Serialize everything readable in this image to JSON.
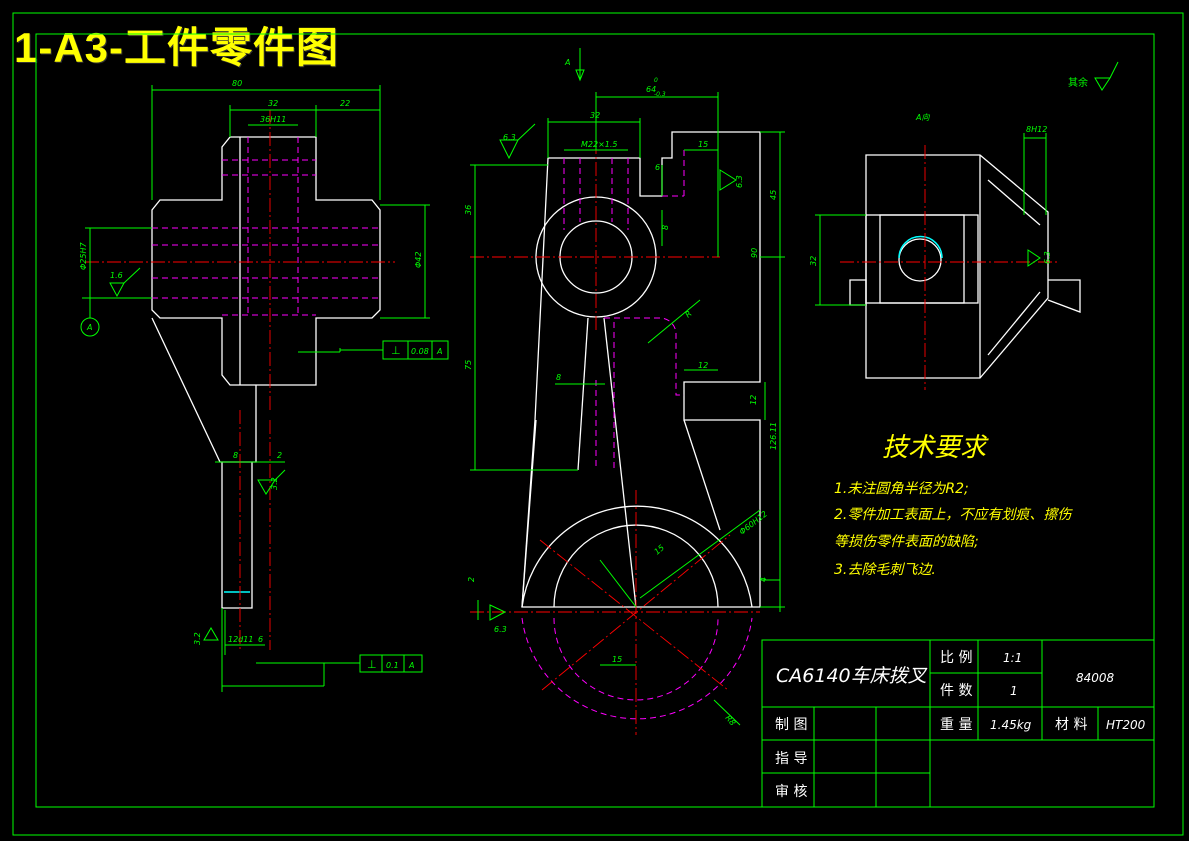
{
  "sheet_title": "1-A3-工件零件图",
  "views": {
    "left": {
      "dims": [
        "80",
        "32",
        "22",
        "36H11",
        "Φ25H7",
        "Φ42",
        "1.6",
        "8",
        "2",
        "3.2",
        "3.2",
        "12d11",
        "6"
      ],
      "datum_label": "A",
      "tolerance_1": {
        "symbol": "⊥",
        "value": "0.08",
        "datum": "A"
      },
      "tolerance_2": {
        "symbol": "⊥",
        "value": "0.1",
        "datum": "A"
      }
    },
    "middle": {
      "view_label": "A",
      "dims": [
        "64",
        "0",
        "-0.3",
        "32",
        "M22×1.5",
        "15",
        "6",
        "6.3",
        "36",
        "45",
        "6.3",
        "8",
        "90",
        "R",
        "75",
        "8",
        "12",
        "12",
        "126.11",
        "Φ60H12",
        "15",
        "2",
        "6.3",
        "15",
        "4",
        "R8"
      ]
    },
    "right": {
      "view_label": "A向",
      "dims": [
        "8H12",
        "32",
        "6.3"
      ]
    },
    "roughness_note": "其余"
  },
  "tech_req": {
    "heading": "技术要求",
    "lines": [
      "1.未注圆角半径为R2;",
      "2.零件加工表面上，不应有划痕、擦伤",
      "等损伤零件表面的缺陷;",
      "3.去除毛刺飞边."
    ]
  },
  "title_block": {
    "part_name": "CA6140车床拨叉",
    "scale_label": "比 例",
    "scale_value": "1:1",
    "qty_label": "件 数",
    "qty_value": "1",
    "drawing_no": "84008",
    "drawn_label": "制 图",
    "weight_label": "重 量",
    "weight_value": "1.45kg",
    "material_label": "材 料",
    "material_value": "HT200",
    "guide_label": "指 导",
    "review_label": "审 核"
  },
  "colors": {
    "outline": "#ffffff",
    "dimension": "#00ff00",
    "center": "#ff0000",
    "hidden": "#ff00ff",
    "title": "#ffff00"
  }
}
